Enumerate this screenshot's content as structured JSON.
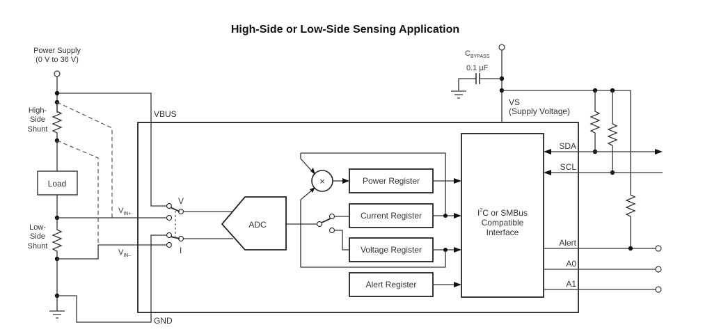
{
  "title": "High-Side or Low-Side Sensing Application",
  "power_supply": {
    "label_line1": "Power Supply",
    "label_line2": "(0 V to 36 V)"
  },
  "high_side_shunt": {
    "line1": "High-",
    "line2": "Side",
    "line3": "Shunt"
  },
  "low_side_shunt": {
    "line1": "Low-",
    "line2": "Side",
    "line3": "Shunt"
  },
  "load": {
    "label": "Load"
  },
  "pins": {
    "vbus": "VBUS",
    "gnd": "GND",
    "vin_plus": {
      "main": "V",
      "sub": "IN+"
    },
    "vin_minus": {
      "main": "V",
      "sub": "IN–"
    },
    "vs_line1": "VS",
    "vs_line2": "(Supply Voltage)",
    "sda": "SDA",
    "scl": "SCL",
    "alert": "Alert",
    "a0": "A0",
    "a1": "A1"
  },
  "mux": {
    "v_label": "V",
    "i_label": "I"
  },
  "adc": {
    "label": "ADC"
  },
  "multiplier": {
    "symbol": "×"
  },
  "registers": {
    "power": "Power Register",
    "current": "Current Register",
    "voltage": "Voltage Register",
    "alert": "Alert Register"
  },
  "interface": {
    "sup": "2",
    "line1_pre": "I",
    "line1_post": "C or SMBus",
    "line2": "Compatible",
    "line3": "Interface"
  },
  "bypass_cap": {
    "name_main": "C",
    "name_sub": "BYPASS",
    "value": "0.1 µF"
  }
}
